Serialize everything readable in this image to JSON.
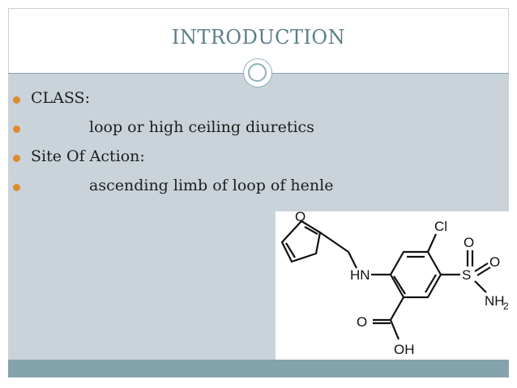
{
  "slide": {
    "title": "INTRODUCTION",
    "bullets": [
      {
        "text": "CLASS:",
        "indent": false
      },
      {
        "text": "loop or high ceiling diuretics",
        "indent": true
      },
      {
        "text": "Site Of Action:",
        "indent": false
      },
      {
        "text": "ascending limb of loop of henle",
        "indent": true
      }
    ]
  },
  "structure": {
    "labels": {
      "o_furan": "O",
      "cl": "Cl",
      "o_top": "O",
      "s": "S",
      "o_right": "O",
      "nh2": "NH",
      "nh2_sub": "2",
      "hn": "HN",
      "o_acid": "O",
      "oh": "OH"
    }
  },
  "colors": {
    "accent": "#e08b2a",
    "title": "#5b7f8a",
    "content_bg": "#c9d3d9",
    "footer_band": "#84a3ad"
  }
}
